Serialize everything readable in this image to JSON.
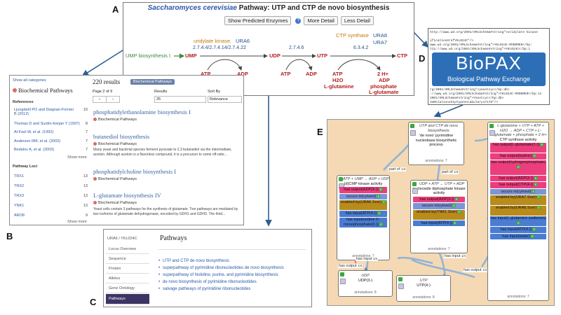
{
  "labels": {
    "a": "A",
    "b": "B",
    "c": "C",
    "d": "D",
    "e": "E"
  },
  "panel_a": {
    "title_species": "Saccharomyces cerevisiae",
    "title_rest": " Pathway: UTP and CTP de novo biosynthesis",
    "buttons": {
      "show_predicted": "Show Predicted Enzymes",
      "more_detail": "More Detail",
      "less_detail": "Less Detail",
      "help_badge": "?"
    },
    "pathway_from": "UMP biosynthesis I",
    "metabolites": {
      "ump": "UMP",
      "udp": "UDP",
      "utp": "UTP",
      "ctp": "CTP"
    },
    "enzyme1": {
      "name": "uridylate kinase",
      "ec": "2.7.4.4/2.7.4.14/2.7.4.22",
      "gene": "URA6"
    },
    "enzyme2": {
      "ec": "2.7.4.6"
    },
    "enzyme3": {
      "name": "CTP synthase",
      "ec": "6.3.4.2",
      "gene1": "URA8",
      "gene2": "URA7"
    },
    "side1": {
      "atp": "ATP",
      "adp": "ADP"
    },
    "side2": {
      "atp": "ATP",
      "adp": "ADP"
    },
    "side3_in": [
      "ATP",
      "H2O",
      "L-glutamine"
    ],
    "side3_out": [
      "2 H+",
      "ADP",
      "phosphate",
      "L-glutamate"
    ]
  },
  "panel_b": {
    "back": "Show all categories",
    "category": "Biochemical Pathways",
    "references_head": "References",
    "references": [
      {
        "name": "Ljungdahl PO and Daignan-Fornier B (2012)",
        "n": "10"
      },
      {
        "name": "Thomas D and Surdin-Kerjan Y (1997)",
        "n": "8"
      },
      {
        "name": "Al-Feel W, et al. (1992)",
        "n": "7"
      },
      {
        "name": "Anderson RM, et al. (2003)",
        "n": "7"
      },
      {
        "name": "Bedalov A, et al. (2003)",
        "n": "7"
      }
    ],
    "show_more": "Show more",
    "loci_head": "Pathway Loci",
    "loci": [
      {
        "name": "TRX1",
        "n": "13"
      },
      {
        "name": "TRX2",
        "n": "13"
      },
      {
        "name": "TRX3",
        "n": "13"
      },
      {
        "name": "YNK1",
        "n": "13"
      },
      {
        "name": "ARO8",
        "n": "9"
      }
    ],
    "show_more2": "Show more",
    "results_count": "220 results",
    "filter_chip": "Biochemical Pathways",
    "page_label": "Page 2 of 9",
    "results_label": "Results",
    "results_value": "25",
    "sort_label": "Sort By",
    "sort_value": "Relevance",
    "tag": "Biochemical Pathways",
    "results": [
      {
        "title": "phosphatidylethanolamine biosynthesis I",
        "desc": ""
      },
      {
        "title": "butanediol biosynthesis",
        "desc": "Many yeast and bacterial species ferment pyruvate to 2,3 butanediol via the intermediate, acetoin. Although acetoin is a flavorless compound, it is a precursor to some off-odor..."
      },
      {
        "title": "phosphatidylcholine biosynthesis I",
        "desc": ""
      },
      {
        "title": "L-glutamate biosynthesis IV",
        "desc": "Yeast cells contain 3 pathways for the synthesis of glutamate. Two pathways are mediated by two isoforms of glutamate dehydrogenase, encoded by GDH1 and GDH3. The third..."
      }
    ]
  },
  "panel_c": {
    "breadcrumb": "URA6 / YKL024C",
    "nav": [
      "Locus Overview",
      "Sequence",
      "Protein",
      "Alleles",
      "Gene Ontology",
      "Pathways"
    ],
    "heading": "Pathways",
    "links": [
      "UTP and CTP de novo biosynthesis",
      "superpathway of pyrimidine ribonucleotides de novo biosynthesis",
      "superpathway of histidine, purine, and pyrimidine biosynthesis",
      "de novo biosynthesis of pyrimidine ribonucleotides",
      "salvage pathways of pyrimidine ribonucleotides"
    ]
  },
  "panel_d": {
    "xml_lines": [
      "http://www.w3.org/2001/XMLSchema#string\">uridylate kinase",
      "",
      "ificationXrefYKL024C\"/>",
      "www.w3.org/2001/XMLSchema#string\">YKL024C-MONOMER</bp:",
      "ttp://www.w3.org/2001/XMLSchema#string\">YKL024C</bp:i",
      "rg/2001/XMLSchema#string\">yeastcyc</bp:db>",
      "://www.w3.org/2001/XMLSchema#string\">YKL024C-MONOMER</bp:in",
      "2001/XMLSchema#string\">Yeastcyc</bp:db>",
      "d4RelationshipTypeVocabulary17178\"/>"
    ],
    "logo_main": "BioPAX",
    "logo_sub": "Biological Pathway Exchange"
  },
  "panel_e": {
    "box1": {
      "head": "ATP + UMP → ADP + UDP",
      "name": "(d)CMP kinase activity",
      "rows": [
        "has output(ADP(3-))",
        "occurs in(cytosol)",
        "enabled by(URA6 Scer)",
        "has input(ATP(4-))",
        "has input(uridine 5'-monophosphate(2-))"
      ],
      "ann": "annotations: 7"
    },
    "box2": {
      "head": "UTP and CTP de novo biosynthesis",
      "name": "'de novo' pyrimidine nucleobase biosynthetic process",
      "ann": "annotations: 7"
    },
    "box3": {
      "head": "UDP + ATP → UTP + ADP",
      "name": "nucleoside diphosphate kinase activity",
      "rows": [
        "has output(ADP(3-))",
        "occurs in(cytosol)",
        "enabled by(YNK1 Scer)",
        "has input(ATP(4-))"
      ],
      "ann": "annotations: 7"
    },
    "box4": {
      "head": "L-glutamine + UTP + ATP + H2O → ADP + CTP + L-glutamate + phosphate + 2 H+",
      "name": "CTP synthase activity",
      "rows": [
        "has output(L-glutamate(1-))",
        "has output(hydron)",
        "has output(hydrogenphosphate)",
        "has output(ADP(3-))",
        "has output(CTP(4-))",
        "occurs in(cytosol)",
        "enabled by(URA7 Scer)",
        "enabled by(URA8 Scer)",
        "has input(L-glutamine zwitterion)",
        "has input(ATP(4-))",
        "has input(water)"
      ],
      "ann": "annotations: 7"
    },
    "box5": {
      "head": "UDP",
      "name": "UDP(3-)",
      "ann": "annotations: 8"
    },
    "box6": {
      "head": "UTP",
      "name": "UTP(4-)",
      "ann": "annotations: 8"
    },
    "edges": {
      "part_of_1": "part of",
      "part_of_2": "part of",
      "has_output_1": "has output",
      "has_output_2": "has output",
      "has_input_1": "has input",
      "has_input_2": "has input",
      "frac": "1/4"
    }
  }
}
